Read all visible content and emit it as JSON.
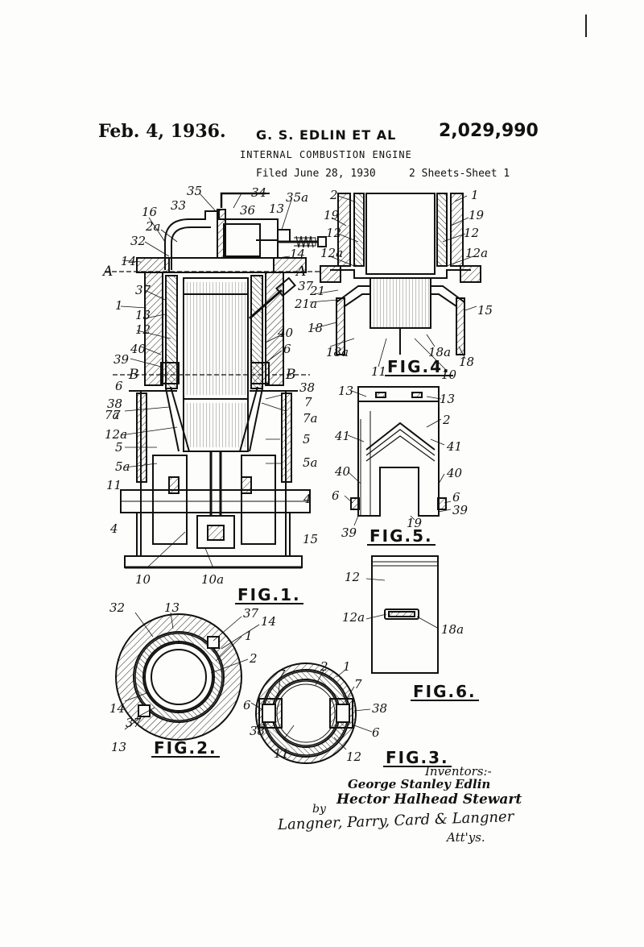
{
  "header": {
    "date": "Feb. 4, 1936.",
    "inventor_short": "G. S. EDLIN ET AL",
    "patent_number": "2,029,990",
    "title": "INTERNAL COMBUSTION ENGINE",
    "filed": "Filed June 28, 1930",
    "sheets": "2 Sheets-Sheet 1"
  },
  "figure_labels": {
    "fig1": "FIG.1.",
    "fig2": "FIG.2.",
    "fig3": "FIG.3.",
    "fig4": "FIG.4.",
    "fig5": "FIG.5.",
    "fig6": "FIG.6."
  },
  "fig1_refs": {
    "r35": "35",
    "r34": "34",
    "r35a": "35a",
    "r36": "36",
    "r13a": "13",
    "r33": "33",
    "r16": "16",
    "r2a": "2a",
    "r32": "32",
    "r14a": "14",
    "r14b": "14",
    "rA1": "A",
    "rA2": "A",
    "r37a": "37",
    "r37b": "37",
    "r1": "1",
    "r13b": "13",
    "r21a": "21a",
    "r12": "12",
    "r40a": "40",
    "r39": "39",
    "r40b": "40",
    "r6a": "6",
    "rB1": "B",
    "rB2": "B",
    "r6b": "6",
    "r38a": "38",
    "r38b": "38",
    "r7a": "7",
    "r7b": "7",
    "r7aa": "7a",
    "r7ab": "7a",
    "r12a": "12a",
    "r5a": "5",
    "r5b": "5",
    "r5aa": "5a",
    "r5ab": "5a",
    "r11": "11",
    "r4a": "4",
    "r4b": "4",
    "r15": "15",
    "r10": "10",
    "r10a": "10a"
  },
  "fig2_refs": {
    "r32": "32",
    "r13a": "13",
    "r37a": "37",
    "r14a": "14",
    "r1": "1",
    "r2": "2",
    "r14b": "14",
    "r37b": "37",
    "r13b": "13"
  },
  "fig3_refs": {
    "r7a": "7",
    "r2": "2",
    "r1": "1",
    "r7b": "7",
    "r6a": "6",
    "r38a": "38",
    "r38b": "38",
    "r6b": "6",
    "r11": "11",
    "r12": "12"
  },
  "fig4_refs": {
    "r2": "2",
    "r1": "1",
    "r19a": "19",
    "r19b": "19",
    "r12a": "12",
    "r12b": "12",
    "r12aa": "12a",
    "r12ab": "12a",
    "r21": "21",
    "r15": "15",
    "r18a": "18",
    "r18b": "18",
    "r18aa": "18a",
    "r18ab": "18a",
    "r11": "11",
    "r10": "10"
  },
  "fig5_refs": {
    "r13a": "13",
    "r13b": "13",
    "r2": "2",
    "r41a": "41",
    "r41b": "41",
    "r40a": "40",
    "r40b": "40",
    "r6a": "6",
    "r6b": "6",
    "r39a": "39",
    "r39b": "39",
    "r19": "19"
  },
  "fig6_refs": {
    "r12": "12",
    "r12a": "12a",
    "r18a": "18a"
  },
  "inventors": {
    "label": "Inventors:-",
    "name1": "George Stanley Edlin",
    "name2": "Hector Halhead Stewart",
    "by": "by",
    "attorneys_signature": "Langner, Parry, Card & Langner",
    "attys": "Att'ys."
  }
}
